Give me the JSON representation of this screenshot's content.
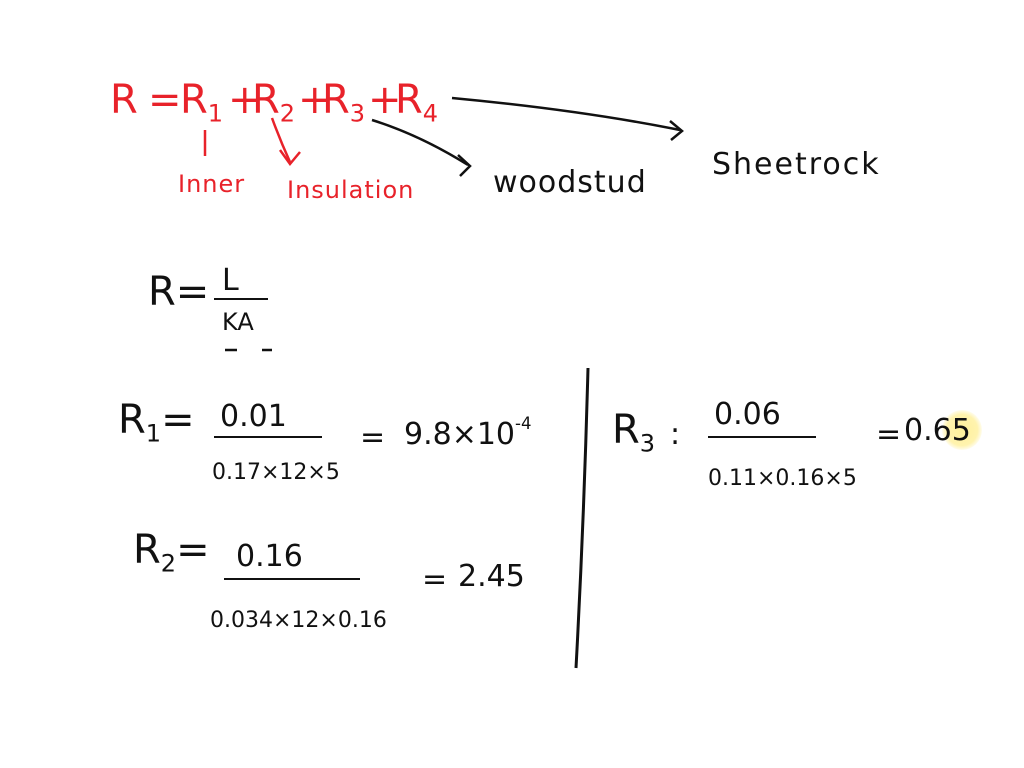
{
  "equation": {
    "lhs": "R",
    "eq": "=",
    "r1": "R",
    "r1_sub": "1",
    "plus1": "+",
    "r2": "R",
    "r2_sub": "2",
    "plus2": "+",
    "r3": "R",
    "r3_sub": "3",
    "plus3": "+",
    "r4": "R",
    "r4_sub": "4"
  },
  "labels": {
    "inner": "Inner",
    "insulation": "Insulation",
    "woodstud": "woodstud",
    "sheetrock": "Sheetrock"
  },
  "formula": {
    "lhs": "R=",
    "numerator": "L",
    "denominator": "KA"
  },
  "calc_r1": {
    "lhs": "R",
    "sub": "1",
    "eq": "=",
    "numerator": "0.01",
    "denominator": "0.17×12×5",
    "result_eq": "=",
    "result": "9.8×10",
    "result_exp": "-4"
  },
  "calc_r2": {
    "lhs": "R",
    "sub": "2",
    "eq": "=",
    "numerator": "0.16",
    "denominator": "0.034×12×0.16",
    "result_eq": "=",
    "result": "2.45"
  },
  "calc_r3": {
    "lhs": "R",
    "sub": "3",
    "eq": ":",
    "numerator": "0.06",
    "denominator": "0.11×0.16×5",
    "result_eq": "=",
    "result": "0.65"
  },
  "colors": {
    "red_ink": "#e8222a",
    "black_ink": "#111111",
    "highlight": "#ffeb78"
  }
}
